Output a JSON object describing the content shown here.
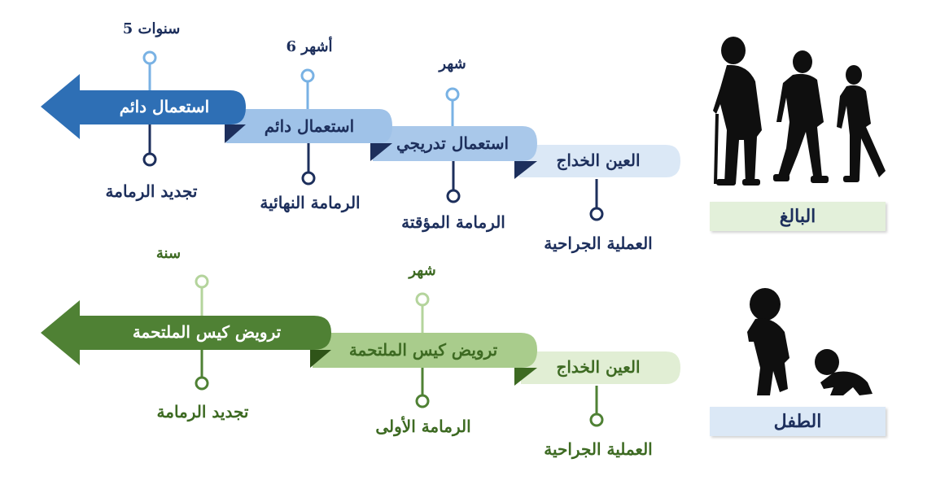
{
  "colors": {
    "adult_dark": "#2e6fb5",
    "adult_mid": "#8db6e2",
    "adult_light": "#a9c8ea",
    "adult_lightest": "#dbe8f6",
    "adult_text": "#1d2f5c",
    "adult_dot_light": "#79b2e4",
    "child_dark": "#4f8134",
    "child_mid": "#a9cc8c",
    "child_lightest": "#e1eed4",
    "child_text": "#3d6a22",
    "child_dot_light": "#b4d49c",
    "adult_label_bg": "#e3f0da",
    "child_label_bg": "#dbe8f6"
  },
  "adult": {
    "label": "البالغ",
    "steps": [
      {
        "band": "العين الخداج",
        "below": "العملية الجراحية",
        "above": ""
      },
      {
        "band": "استعمال تدريجي",
        "below": "الرمامة المؤقتة",
        "above": "شهر"
      },
      {
        "band": "استعمال دائم",
        "below": "الرمامة النهائية",
        "above": "6 أشهر"
      },
      {
        "band": "استعمال دائم",
        "below": "تجديد الرمامة",
        "above": "5 سنوات"
      }
    ]
  },
  "child": {
    "label": "الطفل",
    "steps": [
      {
        "band": "العين الخداج",
        "below": "العملية الجراحية",
        "above": ""
      },
      {
        "band": "ترويض كيس الملتحمة",
        "below": "الرمامة الأولى",
        "above": "شهر"
      },
      {
        "band": "ترويض كيس الملتحمة",
        "below": "تجديد الرمامة",
        "above": "سنة"
      }
    ]
  }
}
